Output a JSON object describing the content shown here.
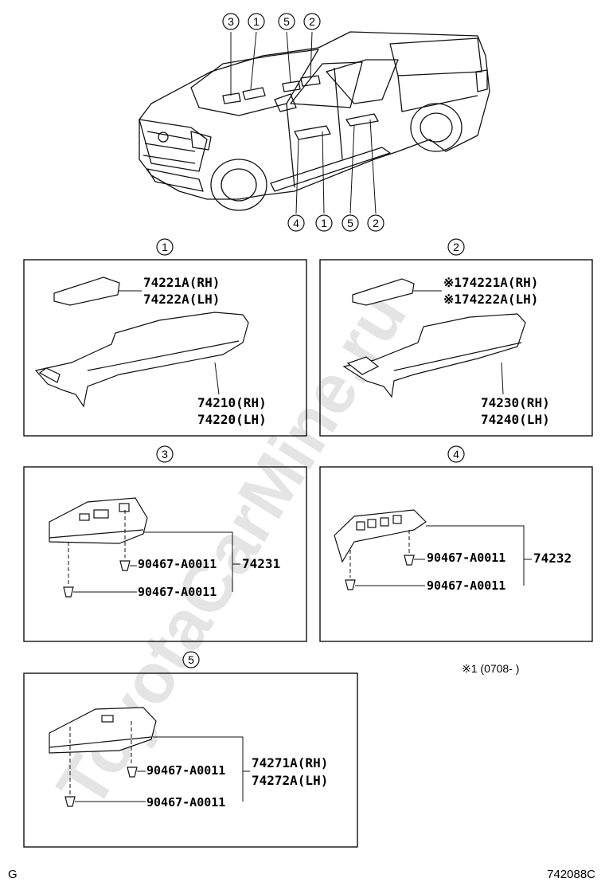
{
  "watermark": "ToyotaCarMine.ru",
  "truck_callouts": {
    "top": [
      "3",
      "1",
      "5",
      "2"
    ],
    "bottom": [
      "4",
      "1",
      "5",
      "2"
    ]
  },
  "panels": [
    {
      "index": "1",
      "parts": [
        {
          "prefix": "",
          "number": "74221A",
          "side": "(RH)"
        },
        {
          "prefix": "",
          "number": "74222A",
          "side": "(LH)"
        },
        {
          "prefix": "",
          "number": "74210",
          "side": "(RH)"
        },
        {
          "prefix": "",
          "number": "74220",
          "side": "(LH)"
        }
      ]
    },
    {
      "index": "2",
      "parts": [
        {
          "prefix": "※1",
          "number": "74221A",
          "side": "(RH)"
        },
        {
          "prefix": "※1",
          "number": "74222A",
          "side": "(LH)"
        },
        {
          "prefix": "",
          "number": "74230",
          "side": "(RH)"
        },
        {
          "prefix": "",
          "number": "74240",
          "side": "(LH)"
        }
      ]
    },
    {
      "index": "3",
      "clip_upper": "90467-A0011",
      "clip_lower": "90467-A0011",
      "assembly": "74231"
    },
    {
      "index": "4",
      "clip_upper": "90467-A0011",
      "clip_lower": "90467-A0011",
      "assembly": "74232"
    },
    {
      "index": "5",
      "clip_upper": "90467-A0011",
      "clip_lower": "90467-A0011",
      "assembly_rh": "74271A(RH)",
      "assembly_lh": "74272A(LH)"
    }
  ],
  "footnote": "※1 (0708-      )",
  "corner_left": "G",
  "corner_right": "742088C"
}
